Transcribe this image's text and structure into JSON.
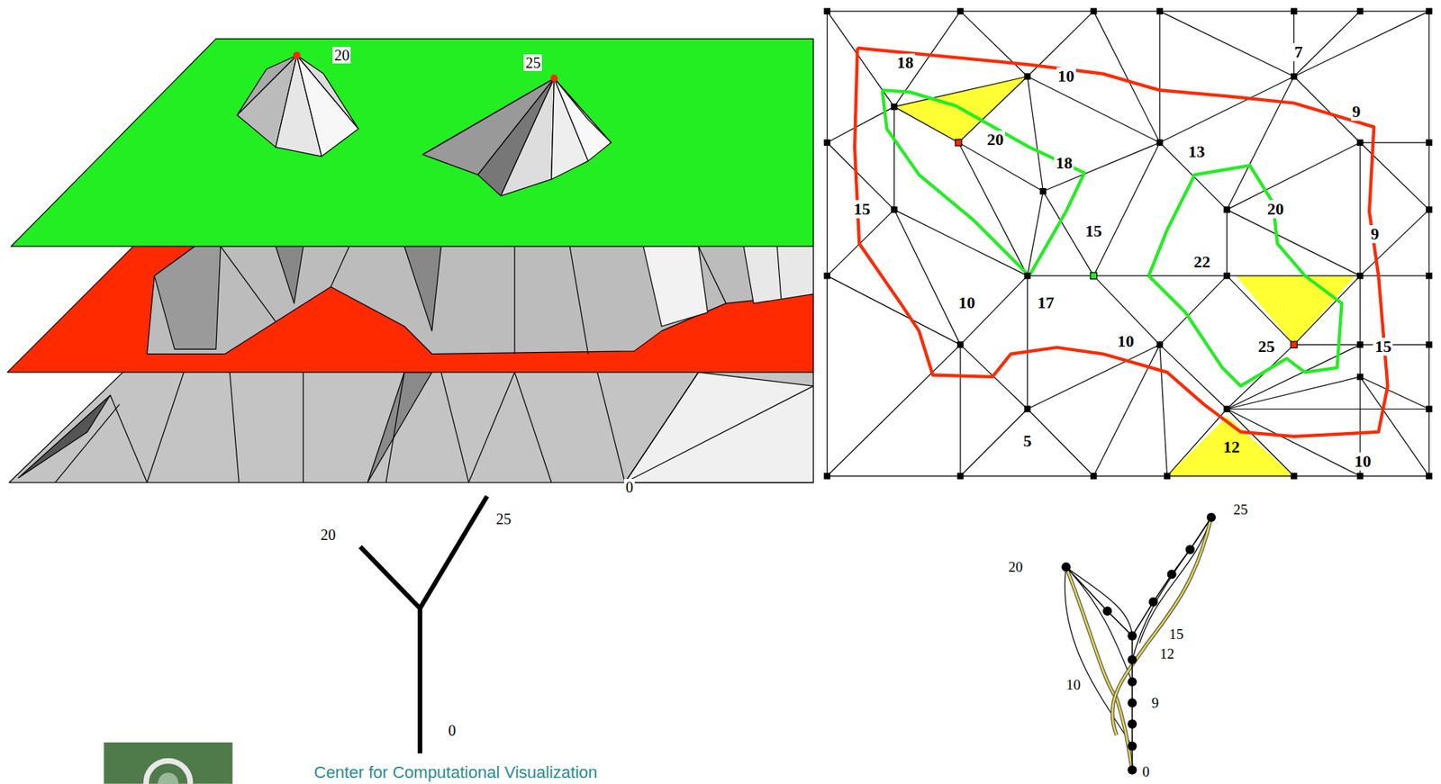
{
  "diagram": {
    "labels": [
      "20",
      "25",
      "0",
      "18",
      "10",
      "7",
      "9",
      "20",
      "18",
      "13",
      "15",
      "15",
      "20",
      "22",
      "9",
      "17",
      "10",
      "10",
      "25",
      "15",
      "5",
      "12",
      "10",
      "20",
      "25",
      "0",
      "25",
      "20",
      "15",
      "12",
      "10",
      "9",
      "0",
      "Center for Computational Visualization"
    ]
  }
}
